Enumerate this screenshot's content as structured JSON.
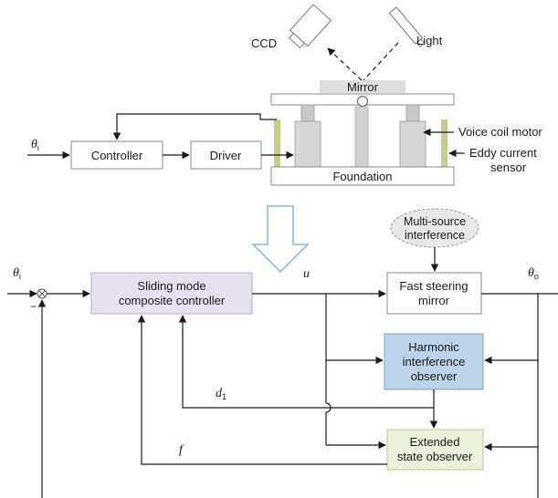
{
  "top": {
    "ccd": "CCD",
    "light": "Light",
    "mirror": "Mirror",
    "theta_sym": "θ",
    "theta_i_sub": "i",
    "controller": "Controller",
    "driver": "Driver",
    "foundation": "Foundation",
    "voice_coil_motor": "Voice coil motor",
    "eddy_current_line1": "Eddy current",
    "eddy_current_line2": "sensor"
  },
  "bottom": {
    "multi_source_line1": "Multi-source",
    "multi_source_line2": "interference",
    "theta_sym": "θ",
    "theta_i_sub": "i",
    "theta_o_sub": "o",
    "minus": "−",
    "smc_line1": "Sliding mode",
    "smc_line2": "composite controller",
    "u_label": "u",
    "fsm_line1": "Fast steering",
    "fsm_line2": "mirror",
    "hio_line1": "Harmonic",
    "hio_line2": "interference",
    "hio_line3": "observer",
    "d1_main": "d",
    "d1_sub": "1",
    "eso_line1": "Extended",
    "eso_line2": "state observer",
    "f_label": "f"
  },
  "colors": {
    "smc_fill": "#e6e0ef",
    "hio_fill": "#bcd3e8",
    "eso_fill": "#eaf0dc",
    "sensor_fill": "#c9cc8f",
    "cloud_fill": "#e8e8e8"
  }
}
